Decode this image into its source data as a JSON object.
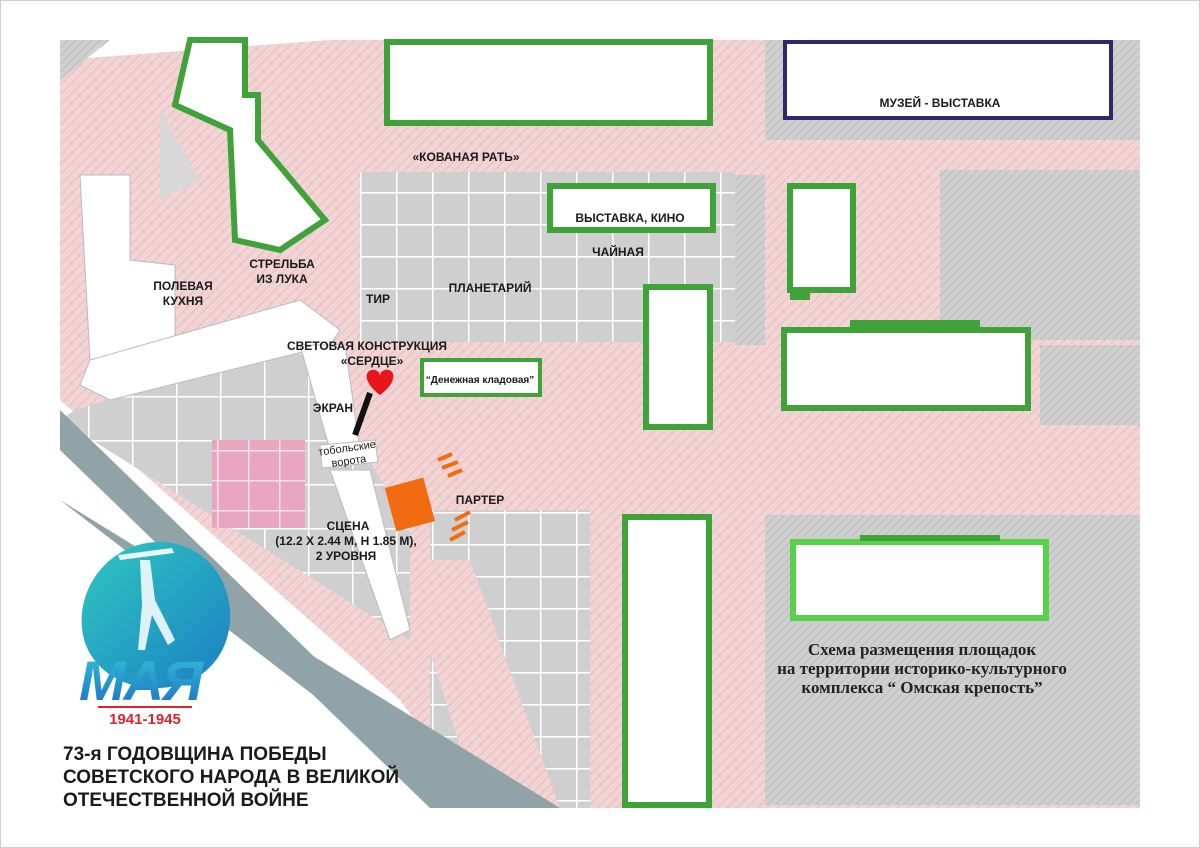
{
  "labels": {
    "kovanaya_rat": "«КОВАНАЯ РАТЬ»",
    "muzei": "МУЗЕЙ - ВЫСТАВКА",
    "vystavka_kino": "ВЫСТАВКА, КИНО",
    "chainaya": "ЧАЙНАЯ",
    "planetarii": "ПЛАНЕТАРИЙ",
    "tir": "ТИР",
    "strelba_1": "СТРЕЛЬБА",
    "strelba_2": "ИЗ ЛУКА",
    "polevaya_1": "ПОЛЕВАЯ",
    "polevaya_2": "КУХНЯ",
    "svet_1": "СВЕТОВАЯ КОНСТРУКЦИЯ",
    "svet_2": "«СЕРДЦЕ»",
    "denezhnaya": "“Денежная кладовая”",
    "ekran": "ЭКРАН",
    "tobolsk_1": "тобольские",
    "tobolsk_2": "ворота",
    "parter": "ПАРТЕР",
    "scena_1": "СЦЕНА",
    "scena_2": "(12.2 Х 2.44 М, Н 1.85 М),",
    "scena_3": "2 УРОВНЯ"
  },
  "caption": {
    "line1": "Схема размещения площадок",
    "line2": "на территории историко-культурного",
    "line3": "комплекса “ Омская крепость”"
  },
  "logo": {
    "word": "МАЯ",
    "years": "1941-1945"
  },
  "anniversary": {
    "line1": "73-я ГОДОВЩИНА ПОБЕДЫ",
    "line2": "СОВЕТСКОГО НАРОДА В ВЕЛИКОЙ",
    "line3": "ОТЕЧЕСТВЕННОЙ ВОЙНЕ"
  },
  "colors": {
    "pink_area": "#f2d4d4",
    "grey_area": "#cfcfcf",
    "building_fill": "#ffffff",
    "building_border": "#3fa33a",
    "river": "#8fa3a8",
    "heart": "#e8161b",
    "stage": "#f26b10",
    "pink_square": "#e8a6c0"
  }
}
